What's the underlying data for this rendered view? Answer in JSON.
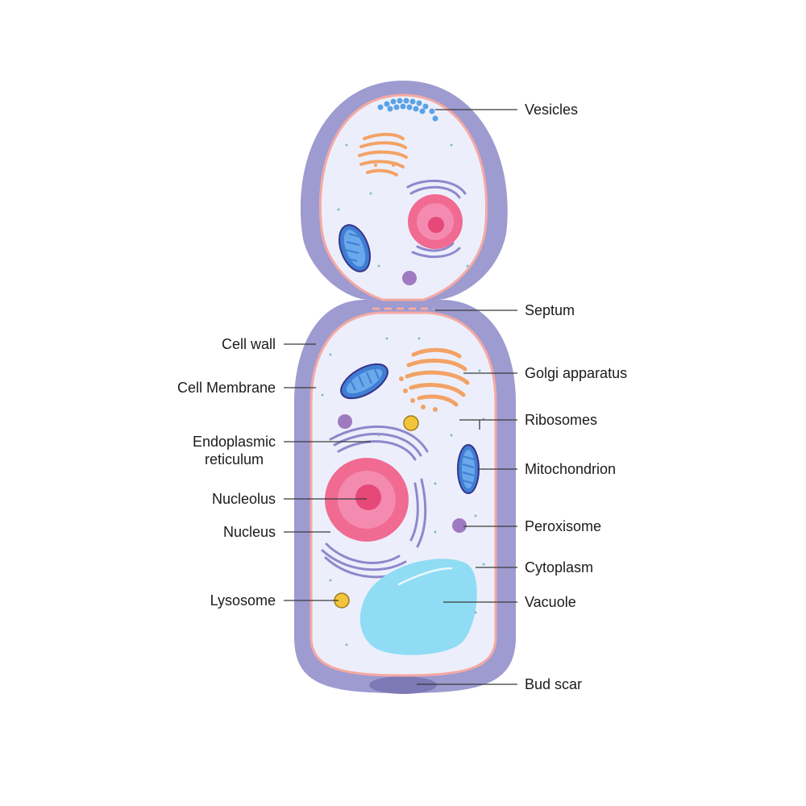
{
  "labels": {
    "vesicles": "Vesicles",
    "septum": "Septum",
    "cell_wall": "Cell wall",
    "golgi": "Golgi apparatus",
    "cell_membrane": "Cell Membrane",
    "ribosomes": "Ribosomes",
    "er_line1": "Endoplasmic",
    "er_line2": "reticulum",
    "mitochondrion": "Mitochondrion",
    "nucleolus": "Nucleolus",
    "peroxisome": "Peroxisome",
    "nucleus": "Nucleus",
    "cytoplasm": "Cytoplasm",
    "lysosome": "Lysosome",
    "vacuole": "Vacuole",
    "bud_scar": "Bud scar"
  },
  "colors": {
    "cell_wall": "#9d9bd0",
    "cytoplasm": "#eceffb",
    "membrane": "#f5a9a3",
    "nucleus": "#f06a91",
    "nucleolus": "#e6487a",
    "er": "#8f87cc",
    "golgi": "#f3a265",
    "mitochondria": "#3f7ed3",
    "vacuole": "#8fdcf4",
    "vesicles": "#5aa2e6",
    "peroxisome": "#a07ac0",
    "lysosome": "#f3c43a",
    "bud_scar": "#7c79b6"
  }
}
